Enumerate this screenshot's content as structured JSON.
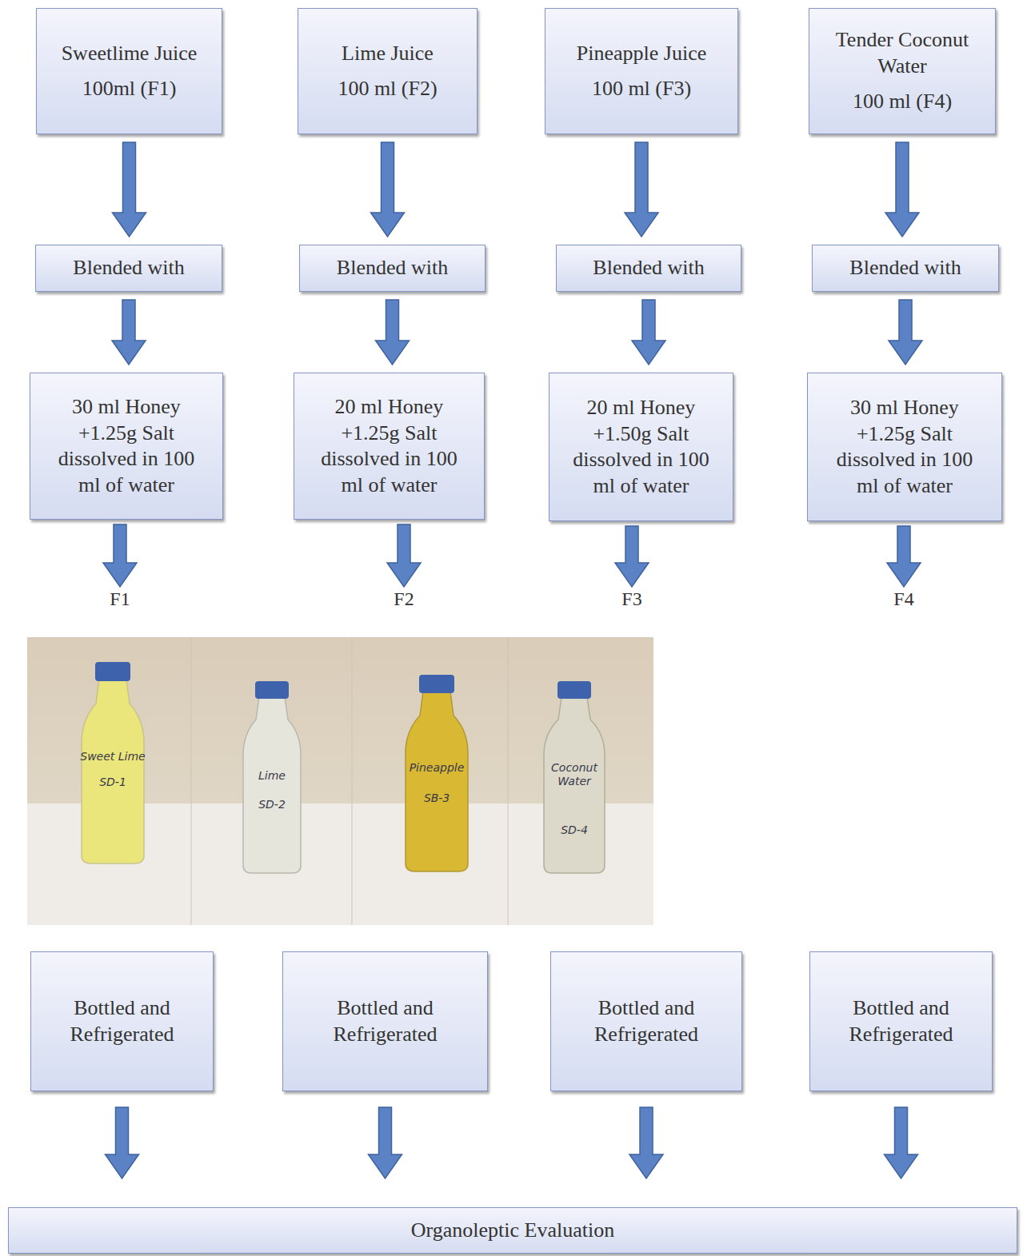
{
  "diagram": {
    "nodes": [
      {
        "text": [
          "Sweetlime Juice",
          "100ml (F1)"
        ]
      },
      {
        "text": [
          "Lime Juice",
          "100 ml (F2)"
        ]
      },
      {
        "text": [
          "Pineapple Juice",
          "100 ml (F3)"
        ]
      },
      {
        "text": [
          "Tender Coconut Water",
          "100 ml (F4)"
        ]
      },
      {
        "text": [
          "Blended with"
        ]
      },
      {
        "text": [
          "Blended with"
        ]
      },
      {
        "text": [
          "Blended with"
        ]
      },
      {
        "text": [
          "Blended with"
        ]
      },
      {
        "text": [
          "30 ml Honey +1.25g Salt dissolved in 100 ml of water"
        ]
      },
      {
        "text": [
          "20 ml Honey +1.25g Salt dissolved in 100 ml of water"
        ]
      },
      {
        "text": [
          "20 ml Honey +1.50g Salt dissolved in 100 ml of water"
        ]
      },
      {
        "text": [
          "30 ml Honey +1.25g Salt dissolved in 100 ml of water"
        ]
      },
      {
        "text": [
          "Bottled and Refrigerated"
        ]
      },
      {
        "text": [
          "Bottled and Refrigerated"
        ]
      },
      {
        "text": [
          "Bottled and Refrigerated"
        ]
      },
      {
        "text": [
          "Bottled and Refrigerated"
        ]
      },
      {
        "text": [
          "Organoleptic Evaluation"
        ]
      }
    ],
    "edges": [
      {
        "from": 0,
        "to": 4,
        "arrow": "to"
      },
      {
        "from": 1,
        "to": 5,
        "arrow": "to"
      },
      {
        "from": 2,
        "to": 6,
        "arrow": "to"
      },
      {
        "from": 3,
        "to": 7,
        "arrow": "to"
      },
      {
        "from": 4,
        "to": 8,
        "arrow": "to"
      },
      {
        "from": 5,
        "to": 9,
        "arrow": "to"
      },
      {
        "from": 6,
        "to": 10,
        "arrow": "to"
      },
      {
        "from": 7,
        "to": 11,
        "arrow": "to"
      },
      {
        "from": 12,
        "to": 16,
        "arrow": "to"
      },
      {
        "from": 13,
        "to": 16,
        "arrow": "to"
      },
      {
        "from": 14,
        "to": 16,
        "arrow": "to"
      },
      {
        "from": 15,
        "to": 16,
        "arrow": "to"
      }
    ],
    "labels": [
      "F1",
      "F2",
      "F3",
      "F4",
      "Sweet Lime",
      "SD-1",
      "Lime",
      "SD-2",
      "Pineapple",
      "SB-3",
      "Coconut Water",
      "SD-4"
    ]
  }
}
